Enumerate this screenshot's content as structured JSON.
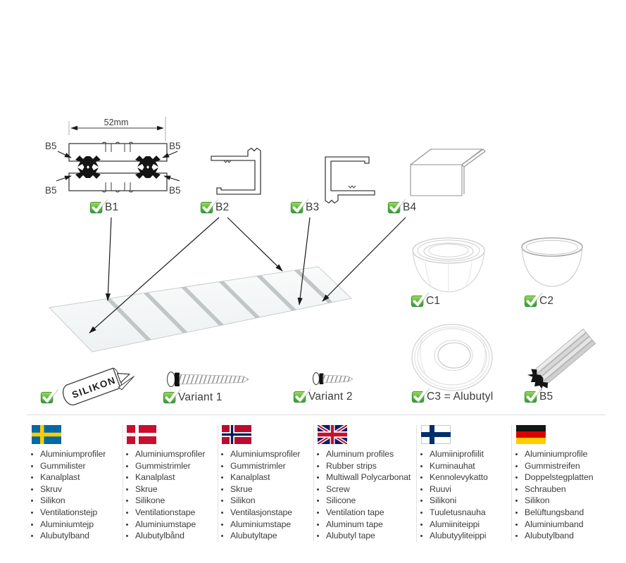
{
  "diagram": {
    "dimension_label": "52mm",
    "b5_label": "B5",
    "tube_text": "SILIKON",
    "parts": {
      "b1": {
        "label": "B1"
      },
      "b2": {
        "label": "B2"
      },
      "b3": {
        "label": "B3"
      },
      "b4": {
        "label": "B4"
      },
      "c1": {
        "label": "C1"
      },
      "c2": {
        "label": "C2"
      },
      "c3": {
        "label": "C3 = Alubutyl"
      },
      "b5": {
        "label": "B5"
      },
      "variant1": {
        "label": "Variant 1"
      },
      "variant2": {
        "label": "Variant 2"
      }
    }
  },
  "languages": [
    {
      "name": "swedish",
      "flag": "sweden",
      "items": [
        "Aluminiumprofiler",
        "Gummilister",
        "Kanalplast",
        "Skruv",
        "Silikon",
        "Ventilationstejp",
        "Aluminiumtejp",
        "Alubutylband"
      ]
    },
    {
      "name": "danish",
      "flag": "denmark",
      "items": [
        "Aluminiumsprofiler",
        "Gummistrimler",
        "Kanalplast",
        "Skrue",
        "Silikone",
        "Ventilationstape",
        "Aluminiumstape",
        "Alubutylbånd"
      ]
    },
    {
      "name": "norwegian",
      "flag": "norway",
      "items": [
        "Aluminiumsprofiler",
        "Gummistrimler",
        "Kanalplast",
        "Skrue",
        "Silikon",
        "Ventilasjonstape",
        "Aluminiumstape",
        "Alubutyltape"
      ]
    },
    {
      "name": "english",
      "flag": "uk",
      "items": [
        "Aluminum profiles",
        "Rubber strips",
        "Multiwall Polycarbonat",
        "Screw",
        "Silicone",
        "Ventilation tape",
        "Aluminum tape",
        "Alubutyl tape"
      ]
    },
    {
      "name": "finnish",
      "flag": "finland",
      "items": [
        "Alumiiniprofiilit",
        "Kuminauhat",
        "Kennolevykatto",
        "Ruuvi",
        "Silikoni",
        "Tuuletusnauha",
        "Alumiiniteippi",
        "Alubutyyliteippi"
      ]
    },
    {
      "name": "german",
      "flag": "germany",
      "items": [
        "Aluminiumprofile",
        "Gummistreifen",
        "Doppelstegplatten",
        "Schrauben",
        "Silikon",
        "Belüftungsband",
        "Aluminiumband",
        "Alubutylband"
      ]
    }
  ]
}
